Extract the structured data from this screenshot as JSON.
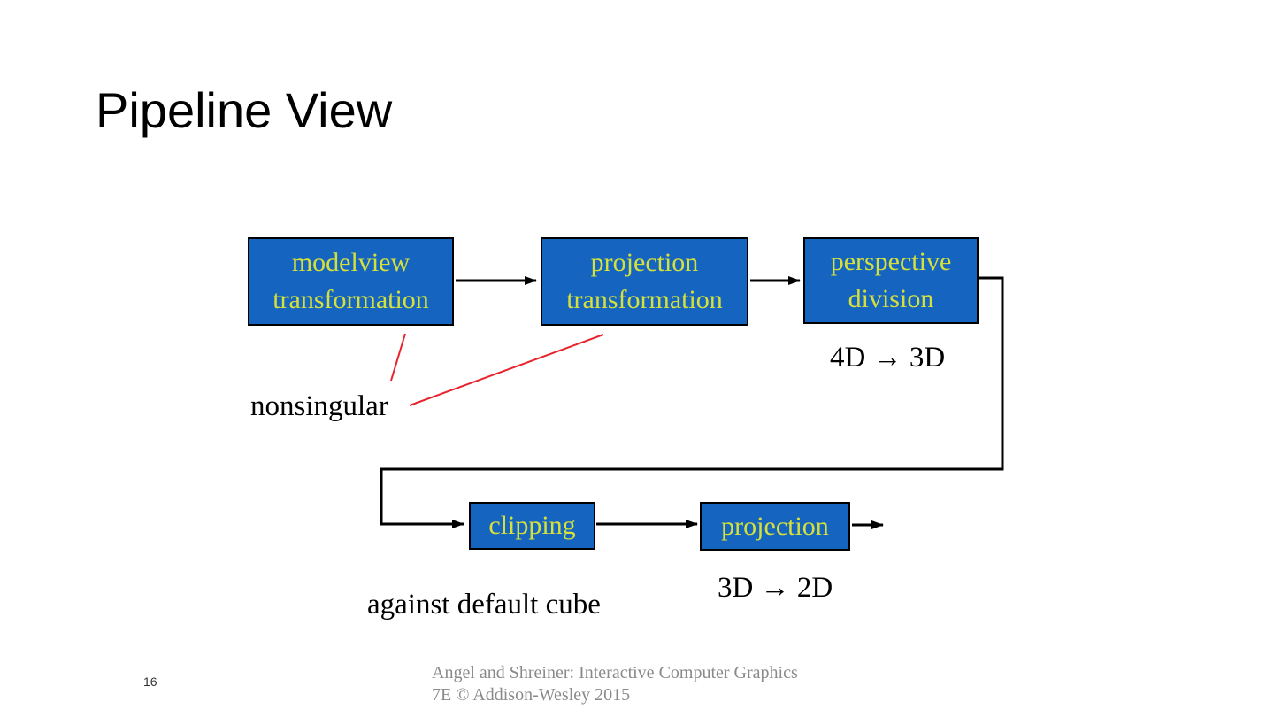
{
  "slide": {
    "title": "Pipeline View",
    "page_number": "16",
    "footer": {
      "line1": "Angel and Shreiner: Interactive Computer Graphics",
      "line2": "7E © Addison-Wesley 2015"
    }
  },
  "diagram": {
    "boxes": {
      "modelview": {
        "label": "modelview\ntransformation"
      },
      "projection_transformation": {
        "label": "projection\ntransformation"
      },
      "perspective_division": {
        "label": "perspective\ndivision"
      },
      "clipping": {
        "label": "clipping"
      },
      "projection": {
        "label": "projection"
      }
    },
    "annotations": {
      "dim_4d_3d": "4D → 3D",
      "nonsingular": "nonsingular",
      "against_default_cube": "against default cube",
      "dim_3d_2d": "3D → 2D"
    },
    "colors": {
      "box_fill": "#1565c0",
      "box_label": "#d6e03a",
      "box_border": "#000000",
      "connector": "#000000",
      "annotation_line": "#e8232d"
    }
  }
}
